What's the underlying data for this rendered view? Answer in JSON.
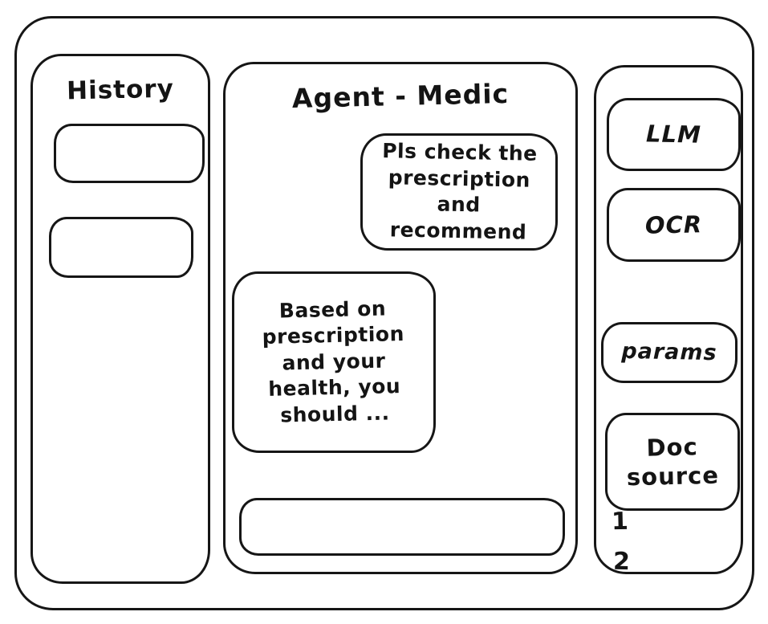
{
  "colors": {
    "stroke": "#161616",
    "background": "#ffffff"
  },
  "sidebar": {
    "title": "History",
    "items": [
      {
        "label": ""
      },
      {
        "label": ""
      }
    ]
  },
  "chat": {
    "title": "Agent - Medic",
    "messages": [
      {
        "role": "user",
        "text": "Pls check the prescription and recommend"
      },
      {
        "role": "assistant",
        "text": "Based on prescription and your health, you should ..."
      }
    ],
    "input": {
      "value": "",
      "placeholder": ""
    }
  },
  "tools": {
    "llm_label": "LLM",
    "ocr_label": "OCR",
    "params_label": "params",
    "doc_source_label": "Doc source",
    "doc_source_items": [
      "1",
      "2"
    ]
  }
}
